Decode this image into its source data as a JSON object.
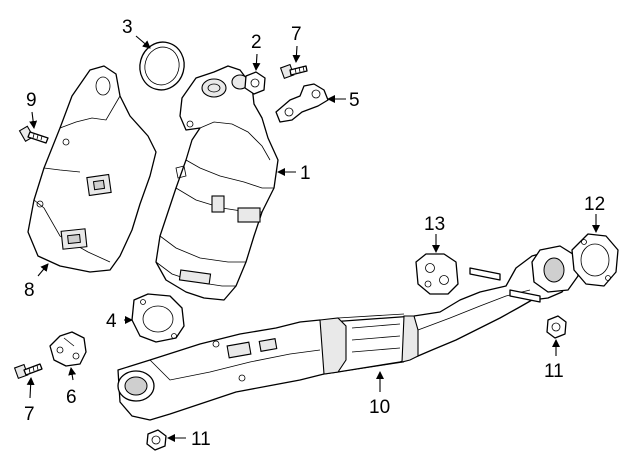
{
  "callouts": [
    {
      "id": "c1",
      "text": "1"
    },
    {
      "id": "c2",
      "text": "2"
    },
    {
      "id": "c3",
      "text": "3"
    },
    {
      "id": "c4",
      "text": "4"
    },
    {
      "id": "c5",
      "text": "5"
    },
    {
      "id": "c6",
      "text": "6"
    },
    {
      "id": "c7a",
      "text": "7"
    },
    {
      "id": "c7b",
      "text": "7"
    },
    {
      "id": "c8",
      "text": "8"
    },
    {
      "id": "c9",
      "text": "9"
    },
    {
      "id": "c10",
      "text": "10"
    },
    {
      "id": "c11a",
      "text": "11"
    },
    {
      "id": "c11b",
      "text": "11"
    },
    {
      "id": "c12",
      "text": "12"
    },
    {
      "id": "c13",
      "text": "13"
    }
  ]
}
